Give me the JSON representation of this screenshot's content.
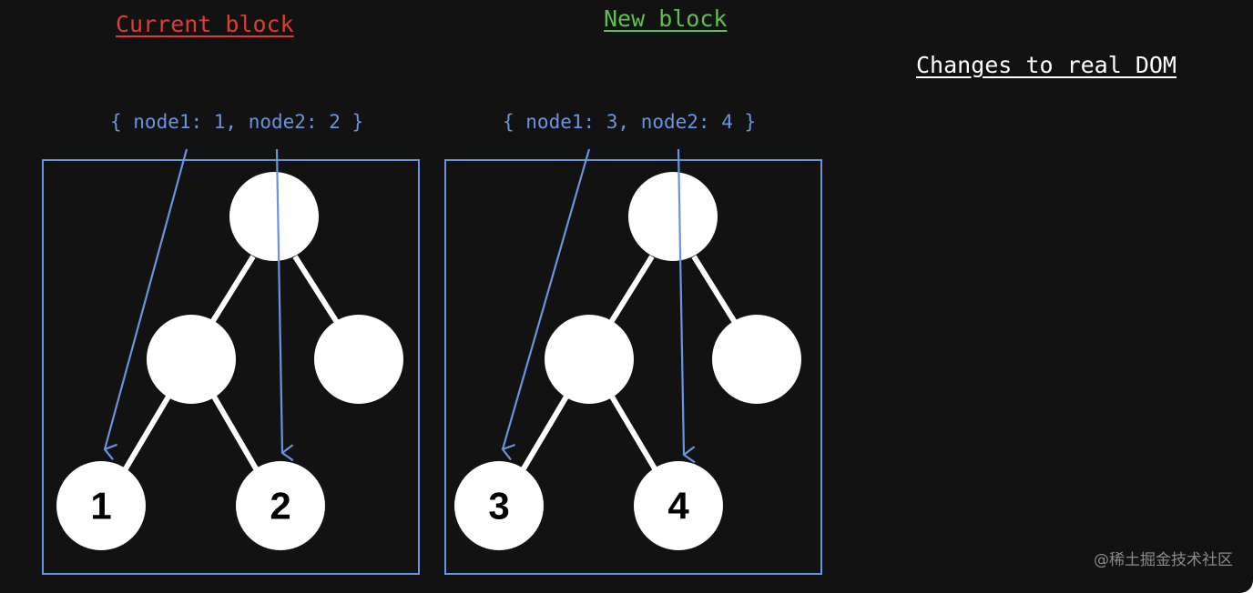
{
  "titles": {
    "current_block": "Current block",
    "new_block": "New block",
    "changes": "Changes to real DOM"
  },
  "mappings": {
    "current": "{ node1: 1, node2: 2 }",
    "new": "{ node1: 3, node2: 4 }"
  },
  "blocks": {
    "current": {
      "leaf_left": "1",
      "leaf_right": "2"
    },
    "new": {
      "leaf_left": "3",
      "leaf_right": "4"
    }
  },
  "watermark": "@稀土掘金技术社区",
  "colors": {
    "background": "#121212",
    "current_title": "#e03b34",
    "new_title": "#5fc04a",
    "accent_blue": "#6a94e0",
    "node_fill": "#ffffff",
    "edge": "#ffffff"
  }
}
